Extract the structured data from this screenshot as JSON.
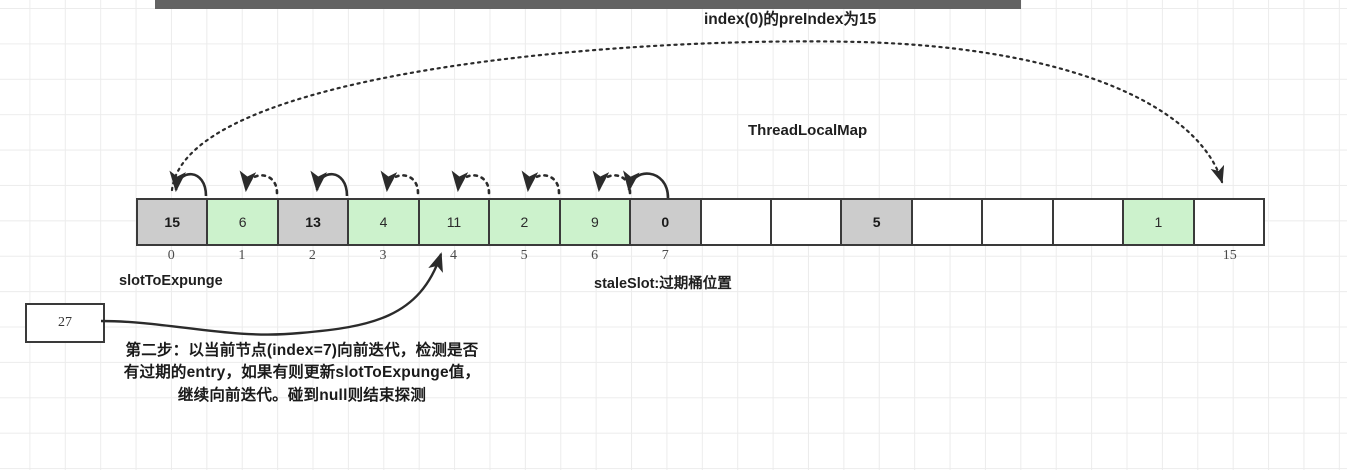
{
  "page": {
    "title_top": "index(0)的preIndex为15",
    "map_label": "ThreadLocalMap",
    "slot_to_expunge_label": "slotToExpunge",
    "stale_slot_label": "staleSlot:过期桶位置",
    "value_box": "27",
    "caption": "第二步：以当前节点(index=7)向前迭代，检测是否有过期的entry，如果有则更新slotToExpunge值，继续向前迭代。碰到null则结束探测"
  },
  "colors": {
    "stale_fill": "#cccccc",
    "live_fill": "#ccf2cc",
    "empty_fill": "#ffffff",
    "stroke": "#3a3a3a",
    "topbar": "#636363"
  },
  "array": {
    "cells": [
      {
        "index": "0",
        "value": "15",
        "state": "gray"
      },
      {
        "index": "1",
        "value": "6",
        "state": "green"
      },
      {
        "index": "2",
        "value": "13",
        "state": "gray"
      },
      {
        "index": "3",
        "value": "4",
        "state": "green"
      },
      {
        "index": "4",
        "value": "11",
        "state": "green"
      },
      {
        "index": "5",
        "value": "2",
        "state": "green"
      },
      {
        "index": "6",
        "value": "9",
        "state": "green"
      },
      {
        "index": "7",
        "value": "0",
        "state": "gray"
      },
      {
        "index": "8",
        "value": "",
        "state": "empty"
      },
      {
        "index": "9",
        "value": "",
        "state": "empty"
      },
      {
        "index": "10",
        "value": "5",
        "state": "gray"
      },
      {
        "index": "11",
        "value": "",
        "state": "empty"
      },
      {
        "index": "12",
        "value": "",
        "state": "empty"
      },
      {
        "index": "13",
        "value": "",
        "state": "empty"
      },
      {
        "index": "14",
        "value": "1",
        "state": "green"
      },
      {
        "index": "15",
        "value": "",
        "state": "empty"
      }
    ],
    "visible_index_labels": [
      "0",
      "1",
      "2",
      "3",
      "4",
      "5",
      "6",
      "7",
      "",
      "",
      "",
      "",
      "",
      "",
      "",
      "15"
    ]
  }
}
